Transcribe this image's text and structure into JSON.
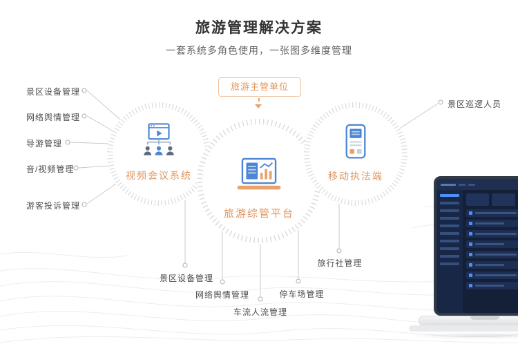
{
  "colors": {
    "accent": "#E2955B",
    "accent_border": "#F0C29E",
    "icon_blue": "#4C86D8",
    "icon_orange": "#E8A36B",
    "title_text": "#333333",
    "body_text": "#4D4D4D",
    "connector_line": "#C9C9C9"
  },
  "header": {
    "title": "旅游管理解决方案",
    "subtitle": "一套系统多角色使用，一张图多维度管理"
  },
  "org_node": {
    "label": "旅游主管单位"
  },
  "systems": {
    "video": {
      "label": "视频会议系统"
    },
    "platform": {
      "label": "旅游综管平台"
    },
    "mobile": {
      "label": "移动执法端"
    }
  },
  "left_labels": [
    "景区设备管理",
    "网络舆情管理",
    "导游管理",
    "音/视频管理",
    "游客投诉管理"
  ],
  "right_labels": [
    "景区巡逻人员"
  ],
  "bottom_labels": [
    "景区设备管理",
    "网络舆情管理",
    "车流人流管理",
    "停车场管理",
    "旅行社管理"
  ]
}
